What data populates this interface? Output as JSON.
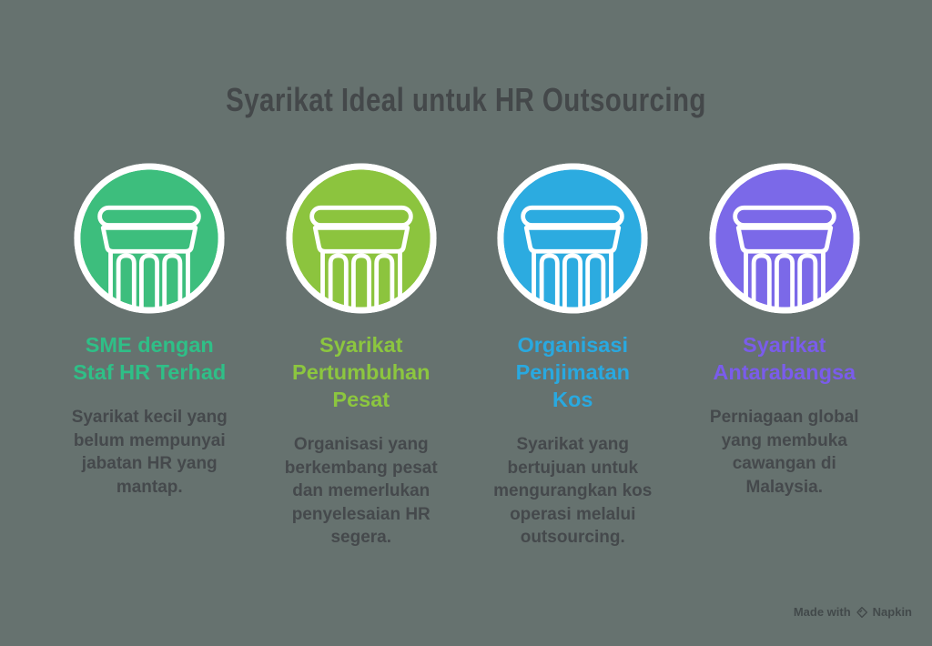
{
  "background_color": "#66726F",
  "title": {
    "text": "Syarikat Ideal untuk HR Outsourcing",
    "color": "#44484A"
  },
  "body_text_color": "#45494C",
  "cards": [
    {
      "icon": "pillar-icon",
      "circle_color": "#3DBE7D",
      "heading_color": "#2FBF87",
      "heading": "SME dengan\nStaf HR Terhad",
      "body": "Syarikat kecil yang\nbelum mempunyai\njabatan HR yang\nmantap."
    },
    {
      "icon": "pillar-icon",
      "circle_color": "#8CC43E",
      "heading_color": "#8CC63F",
      "heading": "Syarikat\nPertumbuhan\nPesat",
      "body": "Organisasi yang\nberkembang pesat\ndan memerlukan\npenyelesaian HR\nsegera."
    },
    {
      "icon": "pillar-icon",
      "circle_color": "#2CABE0",
      "heading_color": "#29A9E0",
      "heading": "Organisasi\nPenjimatan\nKos",
      "body": "Syarikat yang\nbertujuan untuk\nmengurangkan kos\noperasi melalui\noutsourcing."
    },
    {
      "icon": "pillar-icon",
      "circle_color": "#7B69E8",
      "heading_color": "#7A5CEB",
      "heading": "Syarikat\nAntarabangsa",
      "body": "Perniagaan global\nyang membuka\ncawangan di\nMalaysia."
    }
  ],
  "watermark": {
    "prefix": "Made with",
    "brand": "Napkin",
    "icon": "napkin-icon",
    "color": "#3F4547"
  }
}
